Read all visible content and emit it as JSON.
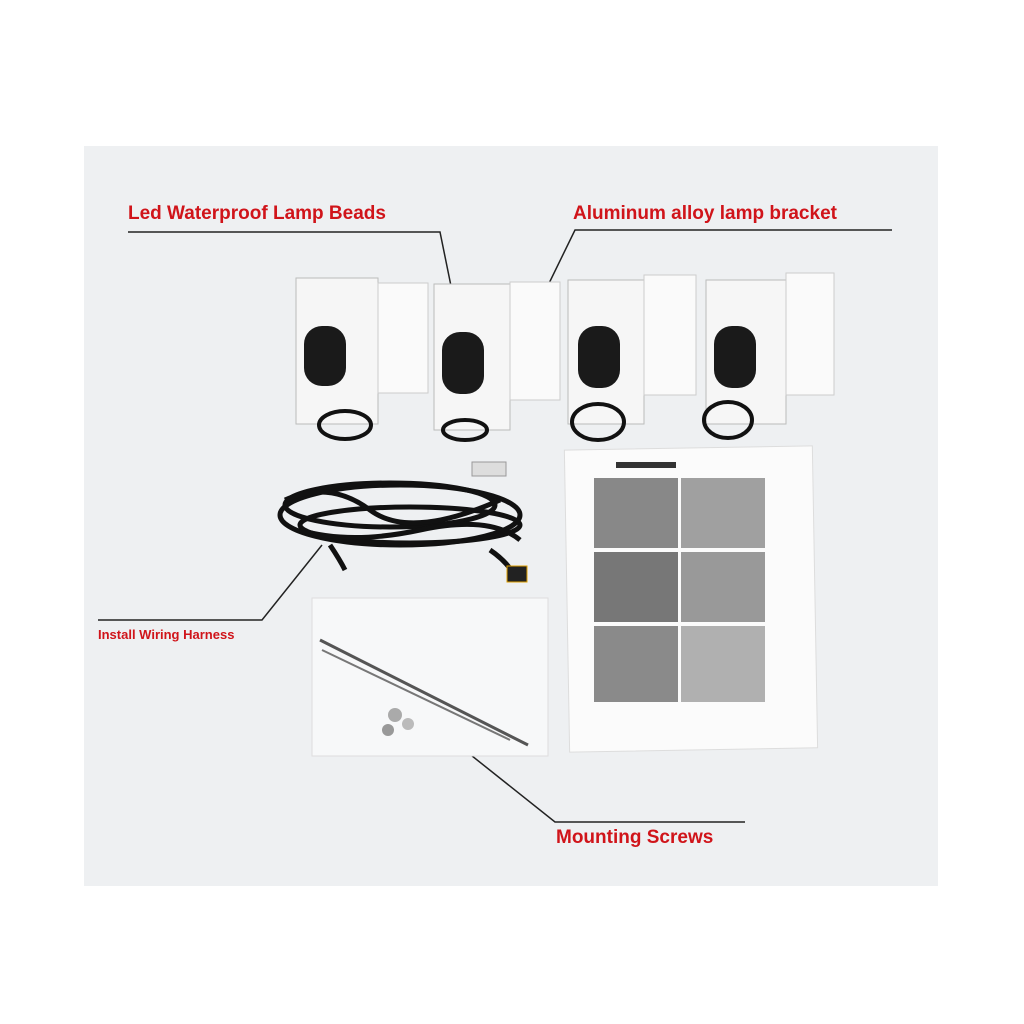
{
  "labels": {
    "lamp_beads": "Led Waterproof Lamp Beads",
    "bracket": "Aluminum alloy lamp bracket",
    "harness": "Install Wiring Harness",
    "screws": "Mounting Screws"
  },
  "colors": {
    "label": "#d0141a",
    "background": "#eef0f2"
  }
}
